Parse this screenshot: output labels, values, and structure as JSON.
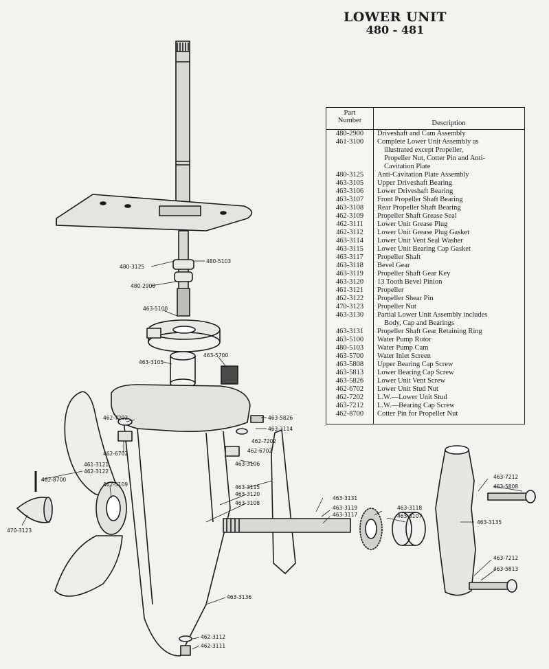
{
  "header": {
    "title": "LOWER UNIT",
    "models": "480 - 481"
  },
  "table": {
    "col_part": "Part",
    "col_number": "Number",
    "col_desc": "Description",
    "rows": [
      {
        "num": "480-2900",
        "desc": "Driveshaft and Cam Assembly"
      },
      {
        "num": "461-3100",
        "desc": "Complete Lower Unit Assembly as",
        "cont": [
          "illustrated except Propeller,",
          "Propeller Nut, Cotter Pin and Anti-",
          "Cavitation Plate"
        ]
      },
      {
        "num": "480-3125",
        "desc": "Anti-Cavitation Plate Assembly"
      },
      {
        "num": "463-3105",
        "desc": "Upper Driveshaft Bearing"
      },
      {
        "num": "463-3106",
        "desc": "Lower Driveshaft Bearing"
      },
      {
        "num": "463-3107",
        "desc": "Front Propeller Shaft Bearing"
      },
      {
        "num": "463-3108",
        "desc": "Rear Propeller Shaft Bearing"
      },
      {
        "num": "462-3109",
        "desc": "Propeller Shaft Grease Seal"
      },
      {
        "num": "462-3111",
        "desc": "Lower Unit Grease Plug"
      },
      {
        "num": "462-3112",
        "desc": "Lower Unit Grease Plug Gasket"
      },
      {
        "num": "463-3114",
        "desc": "Lower Unit Vent Seal Washer"
      },
      {
        "num": "463-3115",
        "desc": "Lower Unit Bearing Cap Gasket"
      },
      {
        "num": "463-3117",
        "desc": "Propeller Shaft"
      },
      {
        "num": "463-3118",
        "desc": "Bevel Gear"
      },
      {
        "num": "463-3119",
        "desc": "Propeller Shaft Gear Key"
      },
      {
        "num": "463-3120",
        "desc": "13 Tooth Bevel Pinion"
      },
      {
        "num": "461-3121",
        "desc": "Propeller"
      },
      {
        "num": "462-3122",
        "desc": "Propeller Shear Pin"
      },
      {
        "num": "470-3123",
        "desc": "Propeller Nut"
      },
      {
        "num": "463-3130",
        "desc": "Partial Lower Unit Assembly includes",
        "cont": [
          "Body, Cap and Bearings"
        ]
      },
      {
        "num": "463-3131",
        "desc": "Propeller Shaft Gear Retaining Ring"
      },
      {
        "num": "463-5100",
        "desc": "Water Pump Rotor"
      },
      {
        "num": "480-5103",
        "desc": "Water Pump Cam"
      },
      {
        "num": "463-5700",
        "desc": "Water Inlet Screen"
      },
      {
        "num": "463-5808",
        "desc": "Upper Bearing Cap Screw"
      },
      {
        "num": "463-5813",
        "desc": "Lower Bearing Cap Screw"
      },
      {
        "num": "463-5826",
        "desc": "Lower Unit Vent Screw"
      },
      {
        "num": "462-6702",
        "desc": "Lower Unit Stud Nut"
      },
      {
        "num": "462-7202",
        "desc": "L.W.—Lower Unit Stud"
      },
      {
        "num": "463-7212",
        "desc": "L.W.—Bearing Cap Screw"
      },
      {
        "num": "462-8700",
        "desc": "Cotter Pin for Propeller Nut"
      }
    ]
  },
  "callouts": {
    "c480_3125": "480-3125",
    "c480_5103": "480-5103",
    "c480_2900": "480-2900",
    "c463_5100": "463-5100",
    "c463_3105": "463-3105",
    "c463_5700": "463-5700",
    "c463_5826": "463-5826",
    "c463_3114": "463-3114",
    "c462_7202_r": "462-7202",
    "c462_6702_r": "462-6702",
    "c462_7202_l": "462-7202",
    "c462_6702_l": "462-6702",
    "c461_3121": "461-3121",
    "c462_3122": "462-3122",
    "c462_8700": "462-8700",
    "c462_3109": "462-3109",
    "c470_3123": "470-3123",
    "c463_3106": "463-3106",
    "c463_3115": "463-3115",
    "c463_3120": "463-3120",
    "c463_3108": "463-3108",
    "c463_3131": "463-3131",
    "c463_3119": "463-3119",
    "c463_3117": "463-3117",
    "c463_3118": "463-3118",
    "c463_3107": "463-3107",
    "c463_7212_a": "463-7212",
    "c463_5808": "463-5808",
    "c463_3135": "463-3135",
    "c463_7212_b": "463-7212",
    "c463_5813": "463-5813",
    "c463_3136": "463-3136",
    "c462_3112": "462-3112",
    "c462_3111": "462-3111"
  }
}
